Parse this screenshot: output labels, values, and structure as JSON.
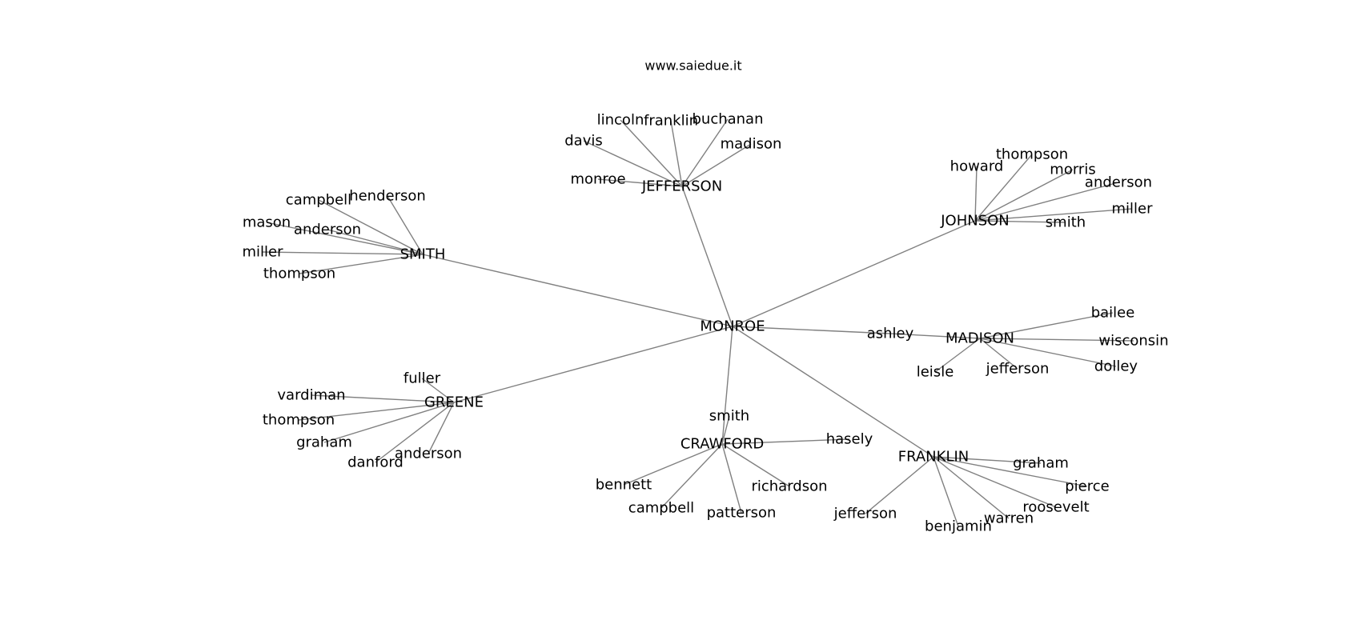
{
  "title": "www.saiedue.it",
  "graph": {
    "center": "MONROE",
    "hubs": [
      {
        "id": "JEFFERSON",
        "leaves": [
          "lincoln",
          "franklin",
          "buchanan",
          "davis",
          "madison",
          "monroe"
        ]
      },
      {
        "id": "SMITH",
        "leaves": [
          "campbell",
          "henderson",
          "mason",
          "anderson",
          "miller",
          "thompson"
        ]
      },
      {
        "id": "JOHNSON",
        "leaves": [
          "thompson",
          "howard",
          "morris",
          "anderson",
          "miller",
          "smith"
        ]
      },
      {
        "id": "MADISON",
        "via": "ashley",
        "leaves": [
          "bailee",
          "wisconsin",
          "dolley",
          "jefferson",
          "leisle"
        ]
      },
      {
        "id": "GREENE",
        "leaves": [
          "fuller",
          "vardiman",
          "thompson",
          "graham",
          "danford",
          "anderson"
        ]
      },
      {
        "id": "CRAWFORD",
        "leaves": [
          "smith",
          "hasely",
          "bennett",
          "campbell",
          "patterson",
          "richardson"
        ]
      },
      {
        "id": "FRANKLIN",
        "leaves": [
          "graham",
          "pierce",
          "roosevelt",
          "warren",
          "benjamin",
          "jefferson"
        ]
      }
    ]
  }
}
